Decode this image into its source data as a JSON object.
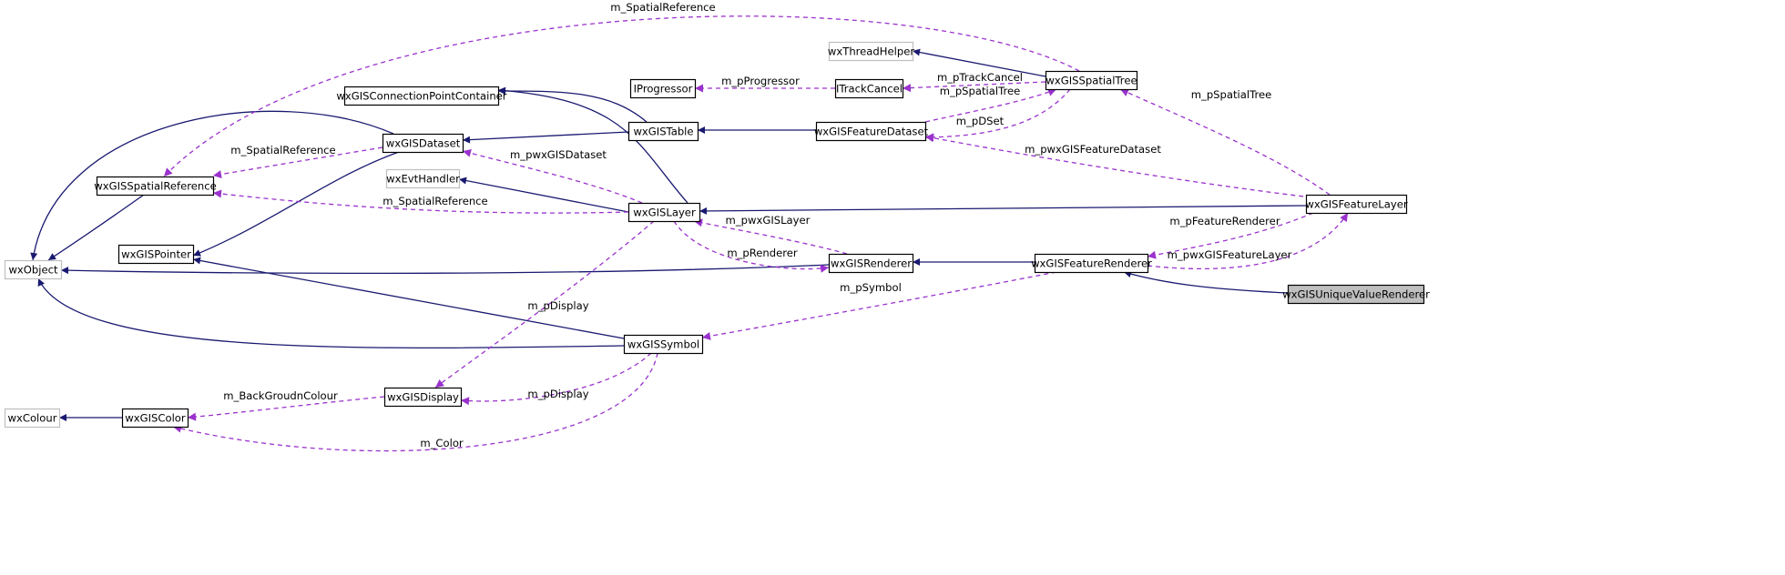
{
  "colors": {
    "inherit_edge": "#191970",
    "usage_edge": "#9a32cd",
    "node_border": "#000000",
    "external_border": "#bfbfbf",
    "external_text": "#404040",
    "highlight_fill": "#bfbfbf",
    "node_fill": "#ffffff"
  },
  "nodes": [
    {
      "id": "wxObject",
      "label": "wxObject",
      "style": "external"
    },
    {
      "id": "wxColour",
      "label": "wxColour",
      "style": "external"
    },
    {
      "id": "wxEvtHandler",
      "label": "wxEvtHandler",
      "style": "external"
    },
    {
      "id": "wxThreadHelper",
      "label": "wxThreadHelper",
      "style": "external"
    },
    {
      "id": "wxGISSpatialReference",
      "label": "wxGISSpatialReference",
      "style": "normal"
    },
    {
      "id": "wxGISPointer",
      "label": "wxGISPointer",
      "style": "normal"
    },
    {
      "id": "wxGISColor",
      "label": "wxGISColor",
      "style": "normal"
    },
    {
      "id": "wxGISConnectionPointContainer",
      "label": "wxGISConnectionPointContainer",
      "style": "normal"
    },
    {
      "id": "wxGISDataset",
      "label": "wxGISDataset",
      "style": "normal"
    },
    {
      "id": "wxGISDisplay",
      "label": "wxGISDisplay",
      "style": "normal"
    },
    {
      "id": "IProgressor",
      "label": "IProgressor",
      "style": "normal"
    },
    {
      "id": "wxGISTable",
      "label": "wxGISTable",
      "style": "normal"
    },
    {
      "id": "wxGISLayer",
      "label": "wxGISLayer",
      "style": "normal"
    },
    {
      "id": "wxGISSymbol",
      "label": "wxGISSymbol",
      "style": "normal"
    },
    {
      "id": "ITrackCancel",
      "label": "ITrackCancel",
      "style": "normal"
    },
    {
      "id": "wxGISFeatureDataset",
      "label": "wxGISFeatureDataset",
      "style": "normal"
    },
    {
      "id": "wxGISRenderer",
      "label": "wxGISRenderer",
      "style": "normal"
    },
    {
      "id": "wxGISSpatialTree",
      "label": "wxGISSpatialTree",
      "style": "normal"
    },
    {
      "id": "wxGISFeatureRenderer",
      "label": "wxGISFeatureRenderer",
      "style": "normal"
    },
    {
      "id": "wxGISFeatureLayer",
      "label": "wxGISFeatureLayer",
      "style": "normal"
    },
    {
      "id": "wxGISUniqueValueRenderer",
      "label": "wxGISUniqueValueRenderer",
      "style": "highlight"
    }
  ],
  "edges": [
    {
      "id": "e1",
      "kind": "inherit",
      "from": "wxGISSpatialReference",
      "to": "wxObject",
      "label": ""
    },
    {
      "id": "e2",
      "kind": "inherit",
      "from": "wxGISDataset",
      "to": "wxObject",
      "label": ""
    },
    {
      "id": "e3",
      "kind": "inherit",
      "from": "wxGISRenderer",
      "to": "wxObject",
      "label": ""
    },
    {
      "id": "e4",
      "kind": "inherit",
      "from": "wxGISSymbol",
      "to": "wxObject",
      "label": ""
    },
    {
      "id": "e5",
      "kind": "inherit",
      "from": "wxGISColor",
      "to": "wxColour",
      "label": ""
    },
    {
      "id": "e6",
      "kind": "inherit",
      "from": "wxGISDataset",
      "to": "wxGISPointer",
      "label": ""
    },
    {
      "id": "e7",
      "kind": "inherit",
      "from": "wxGISSymbol",
      "to": "wxGISPointer",
      "label": ""
    },
    {
      "id": "e8",
      "kind": "inherit",
      "from": "wxGISTable",
      "to": "wxGISDataset",
      "label": ""
    },
    {
      "id": "e9",
      "kind": "inherit",
      "from": "wxGISLayer",
      "to": "wxGISConnectionPointContainer",
      "label": ""
    },
    {
      "id": "e10",
      "kind": "inherit",
      "from": "wxGISTable",
      "to": "wxGISConnectionPointContainer",
      "label": ""
    },
    {
      "id": "e11",
      "kind": "inherit",
      "from": "wxGISLayer",
      "to": "wxEvtHandler",
      "label": ""
    },
    {
      "id": "e12",
      "kind": "inherit",
      "from": "wxGISFeatureDataset",
      "to": "wxGISTable",
      "label": ""
    },
    {
      "id": "e13",
      "kind": "inherit",
      "from": "wxGISSpatialTree",
      "to": "wxThreadHelper",
      "label": ""
    },
    {
      "id": "e14",
      "kind": "inherit",
      "from": "wxGISFeatureLayer",
      "to": "wxGISLayer",
      "label": ""
    },
    {
      "id": "e15",
      "kind": "inherit",
      "from": "wxGISFeatureRenderer",
      "to": "wxGISRenderer",
      "label": ""
    },
    {
      "id": "e16",
      "kind": "inherit",
      "from": "wxGISUniqueValueRenderer",
      "to": "wxGISFeatureRenderer",
      "label": ""
    },
    {
      "id": "u1",
      "kind": "usage",
      "from": "wxGISSpatialTree",
      "to": "wxGISSpatialReference",
      "label": "m_SpatialReference"
    },
    {
      "id": "u2",
      "kind": "usage",
      "from": "wxGISDataset",
      "to": "wxGISSpatialReference",
      "label": "m_SpatialReference"
    },
    {
      "id": "u3",
      "kind": "usage",
      "from": "wxGISLayer",
      "to": "wxGISSpatialReference",
      "label": "m_SpatialReference"
    },
    {
      "id": "u4",
      "kind": "usage",
      "from": "wxGISLayer",
      "to": "wxGISDataset",
      "label": "m_pwxGISDataset"
    },
    {
      "id": "u5",
      "kind": "usage",
      "from": "ITrackCancel",
      "to": "IProgressor",
      "label": "m_pProgressor"
    },
    {
      "id": "u6",
      "kind": "usage",
      "from": "wxGISSpatialTree",
      "to": "ITrackCancel",
      "label": "m_pTrackCancel"
    },
    {
      "id": "u7",
      "kind": "usage",
      "from": "wxGISFeatureDataset",
      "to": "wxGISSpatialTree",
      "label": "m_pSpatialTree"
    },
    {
      "id": "u8",
      "kind": "usage",
      "from": "wxGISSpatialTree",
      "to": "wxGISFeatureDataset",
      "label": "m_pDSet"
    },
    {
      "id": "u9",
      "kind": "usage",
      "from": "wxGISFeatureLayer",
      "to": "wxGISSpatialTree",
      "label": "m_pSpatialTree"
    },
    {
      "id": "u10",
      "kind": "usage",
      "from": "wxGISFeatureLayer",
      "to": "wxGISFeatureDataset",
      "label": "m_pwxGISFeatureDataset"
    },
    {
      "id": "u11",
      "kind": "usage",
      "from": "wxGISRenderer",
      "to": "wxGISLayer",
      "label": "m_pwxGISLayer"
    },
    {
      "id": "u12",
      "kind": "usage",
      "from": "wxGISLayer",
      "to": "wxGISRenderer",
      "label": "m_pRenderer"
    },
    {
      "id": "u13",
      "kind": "usage",
      "from": "wxGISLayer",
      "to": "wxGISDisplay",
      "label": "m_pDisplay"
    },
    {
      "id": "u14",
      "kind": "usage",
      "from": "wxGISFeatureLayer",
      "to": "wxGISFeatureRenderer",
      "label": "m_pFeatureRenderer"
    },
    {
      "id": "u15",
      "kind": "usage",
      "from": "wxGISFeatureRenderer",
      "to": "wxGISFeatureLayer",
      "label": "m_pwxGISFeatureLayer"
    },
    {
      "id": "u16",
      "kind": "usage",
      "from": "wxGISFeatureRenderer",
      "to": "wxGISSymbol",
      "label": "m_pSymbol"
    },
    {
      "id": "u17",
      "kind": "usage",
      "from": "wxGISDisplay",
      "to": "wxGISColor",
      "label": "m_BackGroudnColour"
    },
    {
      "id": "u18",
      "kind": "usage",
      "from": "wxGISSymbol",
      "to": "wxGISDisplay",
      "label": "m_pDisplay"
    },
    {
      "id": "u19",
      "kind": "usage",
      "from": "wxGISSymbol",
      "to": "wxGISColor",
      "label": "m_Color"
    }
  ]
}
